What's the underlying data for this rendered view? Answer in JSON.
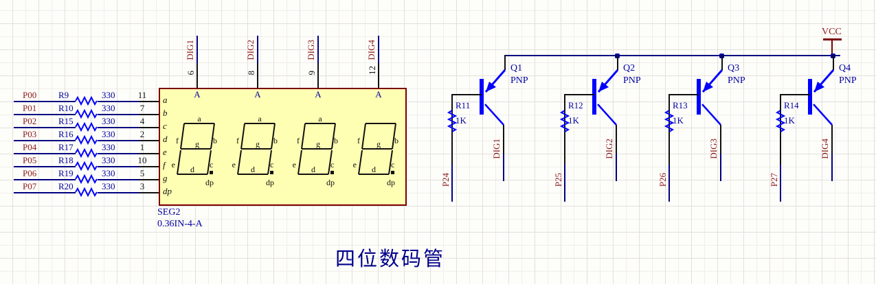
{
  "caption": "四位数码管",
  "display": {
    "designator": "SEG2",
    "part_number": "0.36IN-4-A",
    "anode_label": "A",
    "rows": [
      {
        "net": "P00",
        "ref": "R9",
        "value": "330",
        "pin": "11",
        "seg": "a"
      },
      {
        "net": "P01",
        "ref": "R10",
        "value": "330",
        "pin": "7",
        "seg": "b"
      },
      {
        "net": "P02",
        "ref": "R15",
        "value": "330",
        "pin": "4",
        "seg": "c"
      },
      {
        "net": "P03",
        "ref": "R16",
        "value": "330",
        "pin": "2",
        "seg": "d"
      },
      {
        "net": "P04",
        "ref": "R17",
        "value": "330",
        "pin": "1",
        "seg": "e"
      },
      {
        "net": "P05",
        "ref": "R18",
        "value": "330",
        "pin": "10",
        "seg": "f"
      },
      {
        "net": "P06",
        "ref": "R19",
        "value": "330",
        "pin": "5",
        "seg": "g"
      },
      {
        "net": "P07",
        "ref": "R20",
        "value": "330",
        "pin": "3",
        "seg": "dp"
      }
    ],
    "digits": [
      {
        "net": "DIG1",
        "pin": "6",
        "show_a": true
      },
      {
        "net": "DIG2",
        "pin": "8",
        "show_a": true
      },
      {
        "net": "DIG3",
        "pin": "9",
        "show_a": true
      },
      {
        "net": "DIG4",
        "pin": "12",
        "show_a": false
      }
    ],
    "glyph": {
      "a": "a",
      "b": "b",
      "c": "c",
      "d": "d",
      "e": "e",
      "f": "f",
      "g": "g",
      "dp": "dp"
    }
  },
  "drivers": {
    "vcc": "VCC",
    "transistors": [
      {
        "ref": "Q1",
        "type": "PNP",
        "res_ref": "R11",
        "res_value": "1K",
        "input": "P24",
        "output": "DIG1"
      },
      {
        "ref": "Q2",
        "type": "PNP",
        "res_ref": "R12",
        "res_value": "1K",
        "input": "P25",
        "output": "DIG2"
      },
      {
        "ref": "Q3",
        "type": "PNP",
        "res_ref": "R13",
        "res_value": "1K",
        "input": "P26",
        "output": "DIG3"
      },
      {
        "ref": "Q4",
        "type": "PNP",
        "res_ref": "R14",
        "res_value": "1K",
        "input": "P27",
        "output": "DIG4"
      }
    ]
  },
  "colors": {
    "wire": "#000080",
    "symbol_blue": "#0000FF",
    "designator_text": "#0000A0",
    "net_label": "#8B1A1A",
    "component_fill": "#FFFFB3",
    "component_border": "#7A0000",
    "caption_text": "#00008B",
    "grid": "#E3E0DA"
  }
}
